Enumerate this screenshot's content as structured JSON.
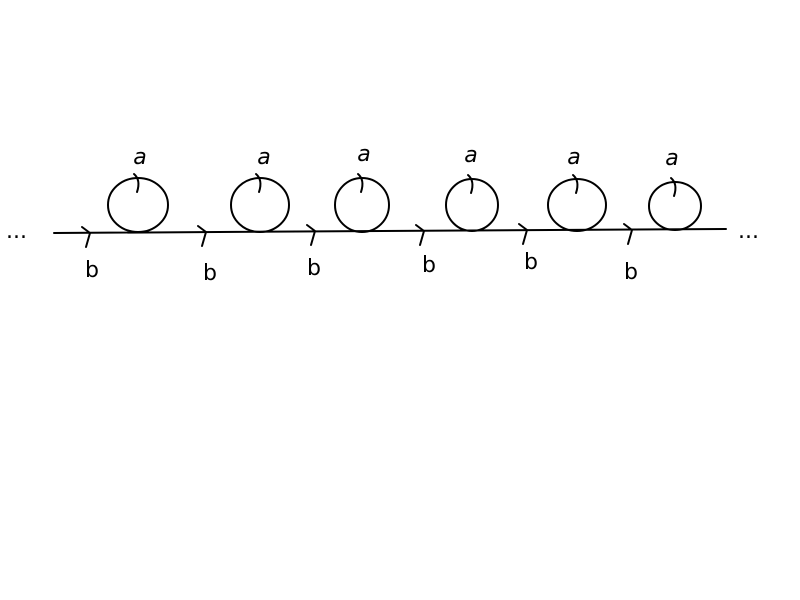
{
  "diagram": {
    "left_ellipsis": "...",
    "right_ellipsis": "...",
    "ink_color": "#000000",
    "background_color": "#ffffff",
    "loop_label": "a",
    "edge_label": "b",
    "loop_count": 6,
    "edge_arrow_count": 6
  }
}
